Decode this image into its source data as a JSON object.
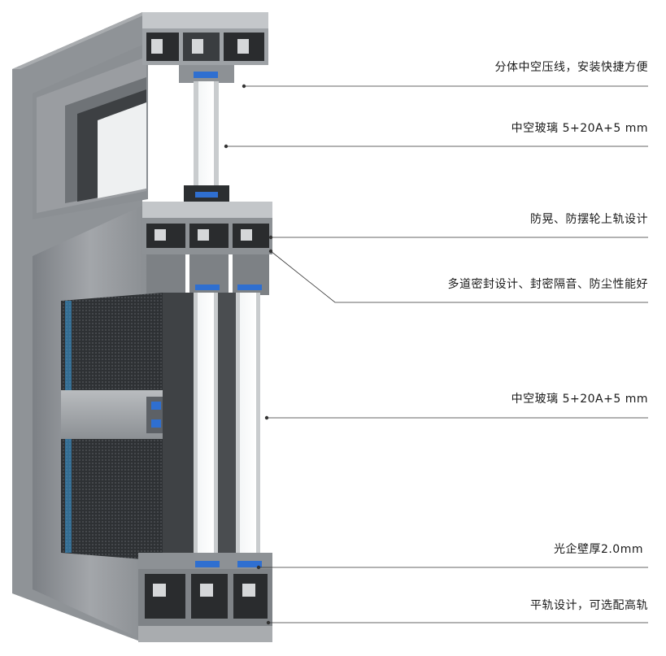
{
  "callouts": [
    {
      "id": "split-bead",
      "text": "分体中空压线，安装快捷方便"
    },
    {
      "id": "glass-upper",
      "text": "中空玻璃 5+20A+5 mm"
    },
    {
      "id": "anti-sway",
      "text": "防晃、防摆轮上轨设计"
    },
    {
      "id": "multi-seal",
      "text": "多道密封设计、封密隔音、防尘性能好"
    },
    {
      "id": "glass-lower",
      "text": "中空玻璃 5+20A+5 mm"
    },
    {
      "id": "wall-thickness",
      "text": "光企壁厚2.0mm"
    },
    {
      "id": "flat-track",
      "text": "平轨设计，可选配高轨"
    }
  ],
  "colors": {
    "frame": "#8e9296",
    "frame_dark": "#5d6166",
    "frame_light": "#b7babd",
    "glass_seal": "#2f6fd0",
    "screen": "#3a3d40",
    "line": "#333333"
  }
}
